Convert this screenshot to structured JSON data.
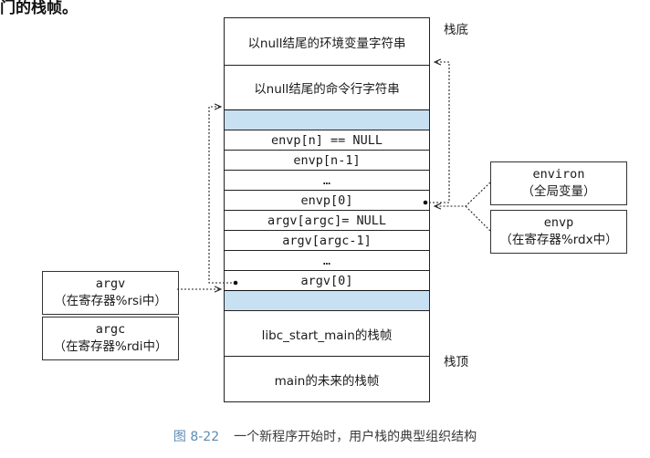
{
  "top_text": "门的栈帧。",
  "stack": {
    "bottom_label": "栈底",
    "top_label": "栈顶",
    "cells": [
      {
        "text": "以null结尾的环境变量字符串",
        "style": "normal"
      },
      {
        "text": "以null结尾的命令行字符串",
        "style": "normal"
      },
      {
        "text": "",
        "style": "blue"
      },
      {
        "text": "envp[n] == NULL",
        "style": "mono"
      },
      {
        "text": "envp[n-1]",
        "style": "mono"
      },
      {
        "text": "…",
        "style": "mono"
      },
      {
        "text": "envp[0]",
        "style": "mono"
      },
      {
        "text": "argv[argc]= NULL",
        "style": "mono"
      },
      {
        "text": "argv[argc-1]",
        "style": "mono"
      },
      {
        "text": "…",
        "style": "mono"
      },
      {
        "text": "argv[0]",
        "style": "mono"
      },
      {
        "text": "",
        "style": "blue"
      },
      {
        "text": "libc_start_main的栈帧",
        "style": "normal"
      },
      {
        "text": "main的未来的栈帧",
        "style": "normal"
      }
    ]
  },
  "callouts": {
    "environ": {
      "line1": "environ",
      "line2": "（全局变量）"
    },
    "envp": {
      "line1": "envp",
      "line2": "（在寄存器%rdx中）"
    },
    "argv": {
      "line1": "argv",
      "line2": "（在寄存器%rsi中）"
    },
    "argc": {
      "line1": "argc",
      "line2": "（在寄存器%rdi中）"
    }
  },
  "caption": {
    "number": "图 8-22",
    "text": "一个新程序开始时，用户栈的典型组织结构"
  }
}
